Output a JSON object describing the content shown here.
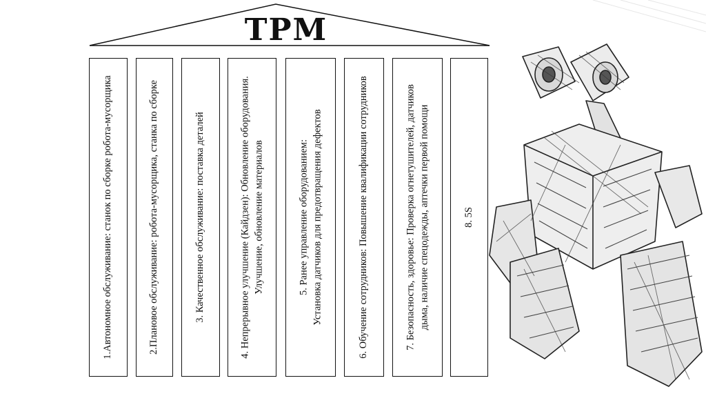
{
  "title": "TPM",
  "pillars": [
    {
      "lines": [
        "1.Автономное обслуживание: станок по сборке робота-мусорщика"
      ]
    },
    {
      "lines": [
        "2.Плановое обслуживание: робота-мусорщика, станка по сборке"
      ]
    },
    {
      "lines": [
        "3. Качественное обслуживание: поставка деталей"
      ]
    },
    {
      "lines": [
        "4. Непрерывное улучшение (Кайдзен): Обновление оборудования.",
        "Улучшение, обновление материалов"
      ]
    },
    {
      "lines": [
        "5. Ранее управление оборудованием:",
        "Установка датчиков для предотвращения дефектов"
      ]
    },
    {
      "lines": [
        "6. Обучение сотрудников: Повышение квалификации сотрудников"
      ]
    },
    {
      "lines": [
        "7. Безопасность, здоровье: Проверка огнетушителей, датчиков",
        "дыма, наличие спецодежды, аптечки первой помощи"
      ]
    },
    {
      "lines": [
        "8. 5S"
      ]
    }
  ]
}
